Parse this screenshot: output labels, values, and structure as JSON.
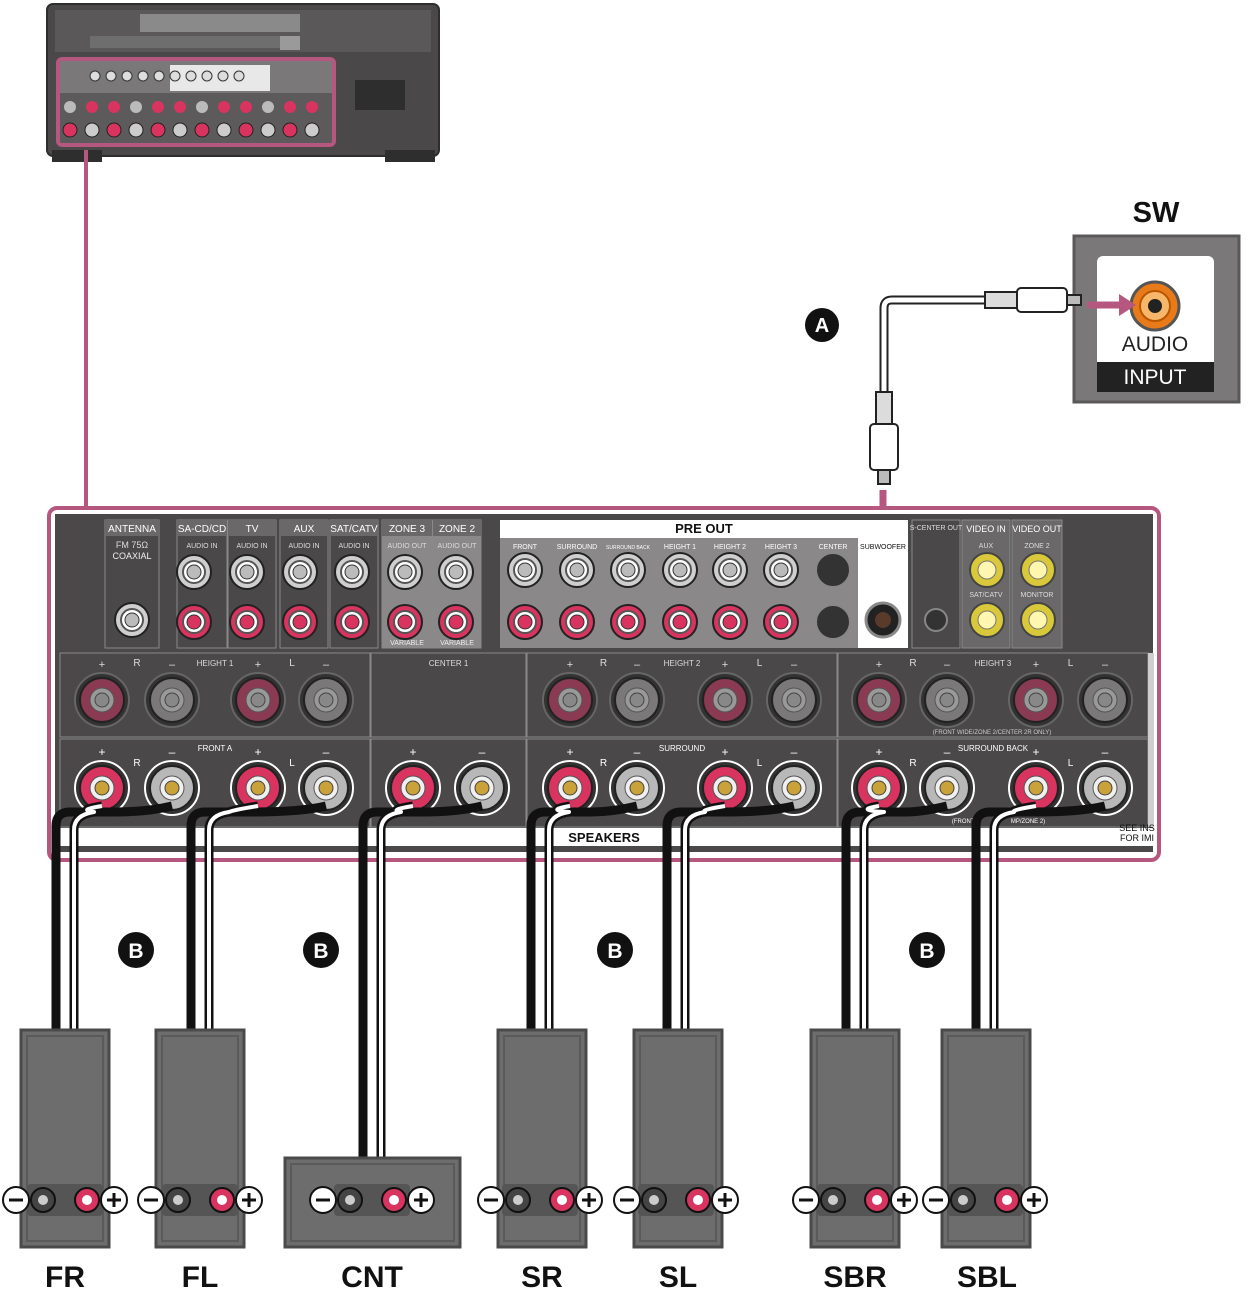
{
  "subwoofer": {
    "title": "SW",
    "input_label_top": "AUDIO",
    "input_label_bottom": "INPUT"
  },
  "cable_labels": {
    "a": "A",
    "b": "B"
  },
  "panel": {
    "sections_top": [
      {
        "name": "ANTENNA",
        "sub1": "FM 75Ω",
        "sub2": "COAXIAL"
      },
      {
        "name": "SA-CD/CD",
        "sub1": "AUDIO IN"
      },
      {
        "name": "TV",
        "sub1": "AUDIO IN"
      },
      {
        "name": "AUX",
        "sub1": "AUDIO IN"
      },
      {
        "name": "SAT/CATV",
        "sub1": "AUDIO IN"
      },
      {
        "name": "ZONE 3",
        "sub1": "AUDIO OUT",
        "sub2": "VARIABLE"
      },
      {
        "name": "ZONE 2",
        "sub1": "AUDIO OUT",
        "sub2": "VARIABLE"
      }
    ],
    "pre_out": {
      "title": "PRE OUT",
      "channels": [
        "FRONT",
        "SURROUND",
        "SURROUND BACK",
        "HEIGHT 1",
        "HEIGHT 2",
        "HEIGHT 3",
        "CENTER",
        "SUBWOOFER"
      ]
    },
    "s_center_out": "S-CENTER OUT",
    "video_in": {
      "title": "VIDEO IN",
      "sub1": "AUX",
      "sub2": "SAT/CATV"
    },
    "video_out": {
      "title": "VIDEO OUT",
      "sub1": "ZONE 2",
      "sub2": "MONITOR"
    },
    "speaker_groups_upper": [
      "HEIGHT 1",
      "CENTER 1",
      "HEIGHT 2",
      "HEIGHT 3"
    ],
    "height3_note": "(FRONT WIDE/ZONE 2/CENTER 2R ONLY)",
    "speaker_groups_lower": [
      "FRONT A",
      "SURROUND",
      "SURROUND BACK"
    ],
    "front_b_note": "(FRONT B",
    "front_b_note2": "MP/ZONE 2)",
    "speakers_label": "SPEAKERS",
    "see_ins": "SEE INS",
    "for_imp": "FOR IMI",
    "ch_r": "R",
    "ch_l": "L",
    "plus": "+",
    "minus": "–"
  },
  "speakers": [
    {
      "id": "fr",
      "label": "FR"
    },
    {
      "id": "fl",
      "label": "FL"
    },
    {
      "id": "cnt",
      "label": "CNT"
    },
    {
      "id": "sr",
      "label": "SR"
    },
    {
      "id": "sl",
      "label": "SL"
    },
    {
      "id": "sbr",
      "label": "SBR"
    },
    {
      "id": "sbl",
      "label": "SBL"
    }
  ],
  "colors": {
    "highlight": "#b5577f",
    "panel": "#4a4848",
    "panel_light": "#6a6868",
    "terminal_red": "#d8345f",
    "terminal_gray": "#a0a0a0",
    "jack_yellow": "#d8c83a",
    "jack_orange": "#e87a1a",
    "speaker_body": "#6d6d6d"
  }
}
